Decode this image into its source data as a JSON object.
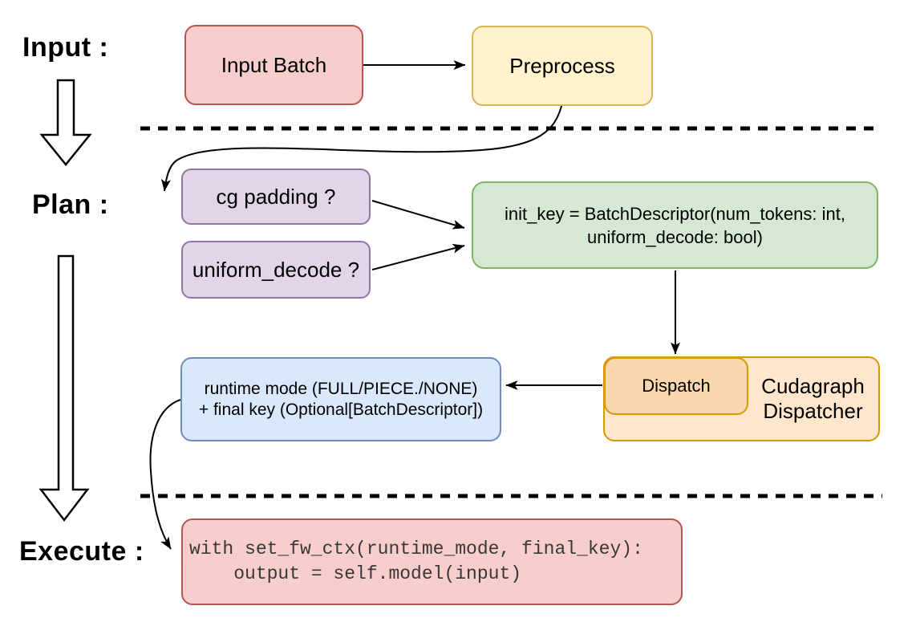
{
  "phase_labels": {
    "input": "Input :",
    "plan": "Plan :",
    "execute": "Execute :"
  },
  "nodes": {
    "input_batch": {
      "label": "Input Batch"
    },
    "preprocess": {
      "label": "Preprocess"
    },
    "cg_padding": {
      "label": "cg padding ?"
    },
    "uniform_decode": {
      "label": "uniform_decode ?"
    },
    "init_key": {
      "line1": "init_key = BatchDescriptor(num_tokens: int,",
      "line2": "uniform_decode: bool)"
    },
    "runtime_mode": {
      "line1": "runtime mode (FULL/PIECE./NONE)",
      "line2": "+ final key (Optional[BatchDescriptor])"
    },
    "dispatch": {
      "label": "Dispatch"
    },
    "cudagraph_dispatcher": {
      "line1": "Cudagraph",
      "line2": "Dispatcher"
    },
    "execute_code": {
      "line1": "with set_fw_ctx(runtime_mode, final_key):",
      "line2": "    output = self.model(input)"
    }
  },
  "palette": {
    "pink_fill": "#f8cecc",
    "pink_stroke": "#b85450",
    "yellow_fill": "#fff2cc",
    "yellow_stroke": "#d6b656",
    "purple_fill": "#e1d5e7",
    "purple_stroke": "#9673a6",
    "green_fill": "#d5e8d4",
    "green_stroke": "#82b366",
    "blue_fill": "#dae8fc",
    "blue_stroke": "#6c8ebf",
    "orange_outer_fill": "#ffe6cc",
    "orange_inner_fill": "#fad7ac",
    "orange_stroke": "#d79b00",
    "connector": "#000000"
  }
}
